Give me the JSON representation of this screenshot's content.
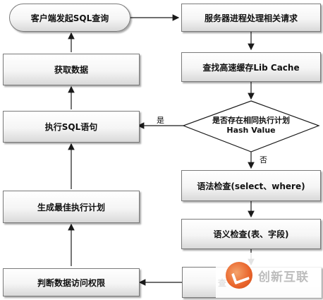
{
  "nodes": {
    "client_query": "客户端发起SQL查询",
    "server_process": "服务器进程处理相关请求",
    "lib_cache": "查找高速缓存Lib Cache",
    "decision_line1": "是否存在相同执行计划",
    "decision_line2": "Hash Value",
    "syntax_check": "语法检查(select、where)",
    "semantic_check": "语义检查(表、字段)",
    "bottom_right_partial": "查",
    "access_rights": "判断数据访问权限",
    "best_plan": "生成最佳执行计划",
    "execute_sql": "执行SQL语句",
    "fetch_data": "获取数据"
  },
  "edge_labels": {
    "yes": "是",
    "no": "否"
  },
  "watermark": {
    "text": "创新互联"
  },
  "colors": {
    "stroke": "#1a1a1a",
    "node_border": "#7a7a7a",
    "watermark_accent": "#e9632a"
  }
}
